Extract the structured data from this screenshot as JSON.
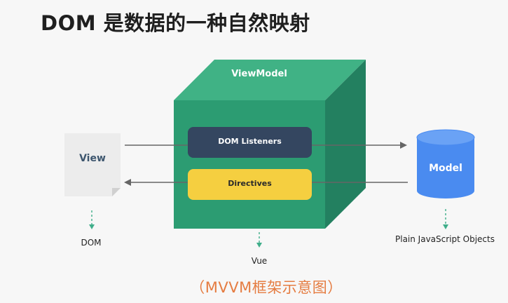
{
  "title": "DOM 是数据的一种自然映射",
  "diagram": {
    "viewmodel": "ViewModel",
    "view": "View",
    "model": "Model",
    "dom_listeners": "DOM Listeners",
    "directives": "Directives",
    "dom": "DOM",
    "vue": "Vue",
    "plain_objects": "Plain JavaScript Objects",
    "caption": "（MVVM框架示意图）"
  },
  "colors": {
    "cube_front": "#2c9c72",
    "cube_top": "#40b285",
    "cube_side": "#238060",
    "dom_listeners_fill": "#344660",
    "directives_fill": "#f5cf40",
    "model_fill": "#4a8bf0",
    "view_fill": "#ececec",
    "arrow": "#666666",
    "dashed_arrow": "#3fae8a",
    "caption": "#e57c41"
  }
}
